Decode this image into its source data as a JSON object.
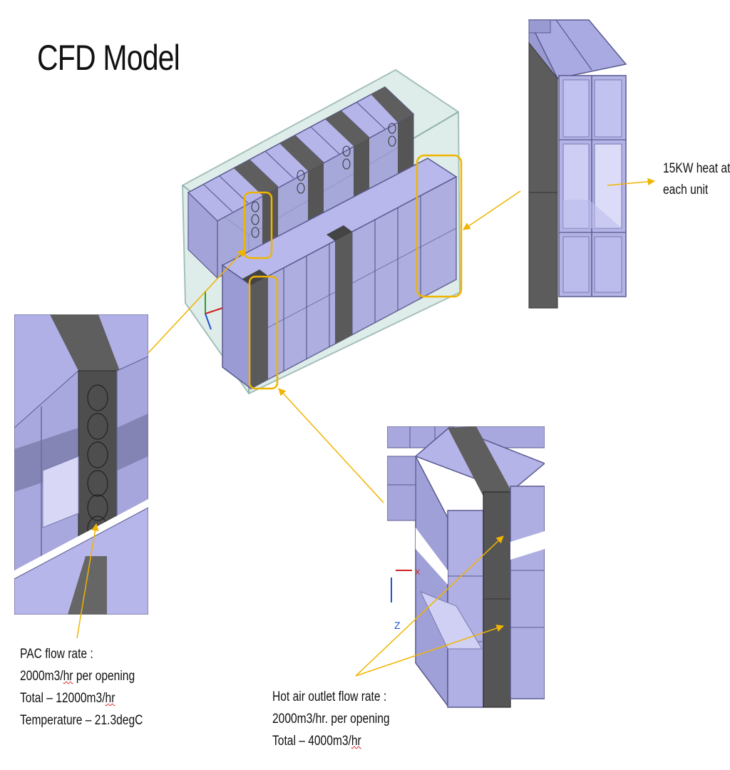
{
  "title": "CFD Model",
  "heat_note": {
    "line1": "15KW heat at",
    "line2": "each unit"
  },
  "pac_note": {
    "line1": "PAC flow rate :",
    "line2_a": "2000m3/",
    "line2_b": "hr",
    "line2_c": " per opening",
    "line3_a": "Total – 12000m3/",
    "line3_b": "hr",
    "line4": "Temperature – 21.3degC"
  },
  "hot_note": {
    "line1": "Hot air outlet flow rate :",
    "line2": "2000m3/hr. per opening",
    "line3_a": "Total – 4000m3/",
    "line3_b": "hr"
  },
  "axis_labels": {
    "x": "X",
    "z": "Z"
  },
  "colors": {
    "rack": "#aeaee6",
    "rack_dark": "#8c8cc8",
    "rack_line": "#5a5a90",
    "containment": "#cfe3df",
    "containment_line": "#8fb0aa",
    "duct": "#5e5e5e",
    "duct_line": "#333333",
    "callout": "#f0b400"
  }
}
